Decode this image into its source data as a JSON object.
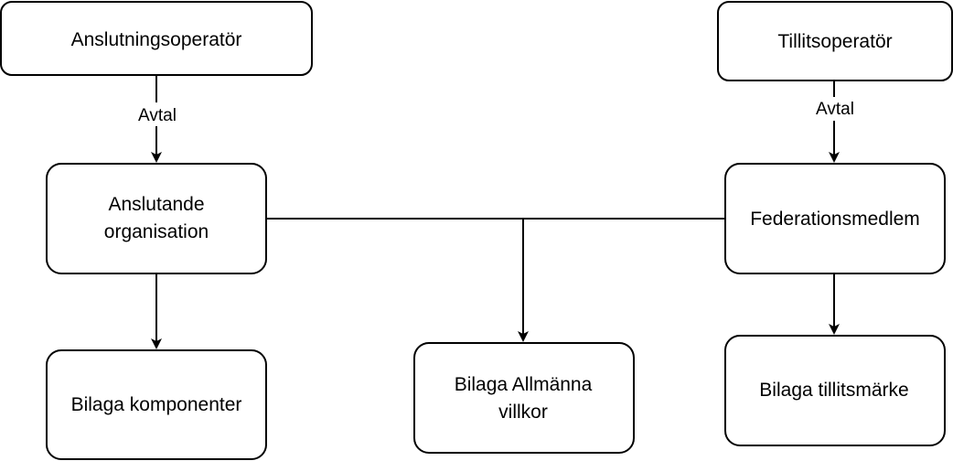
{
  "nodes": {
    "anslutningsoperator": {
      "lines": [
        "Anslutningsoperatör"
      ]
    },
    "tillitsoperator": {
      "lines": [
        "Tillitsoperatör"
      ]
    },
    "anslutande_organisation": {
      "lines": [
        "Anslutande",
        "organisation"
      ]
    },
    "federationsmedlem": {
      "lines": [
        "Federationsmedlem"
      ]
    },
    "bilaga_komponenter": {
      "lines": [
        "Bilaga komponenter"
      ]
    },
    "bilaga_allmanna_villkor": {
      "lines": [
        "Bilaga Allmänna",
        "villkor"
      ]
    },
    "bilaga_tillitsmarke": {
      "lines": [
        "Bilaga tillitsmärke"
      ]
    }
  },
  "edges": {
    "anslutningsoperator_to_anslutande": {
      "label": "Avtal"
    },
    "tillitsoperator_to_federationsmedlem": {
      "label": "Avtal"
    }
  }
}
